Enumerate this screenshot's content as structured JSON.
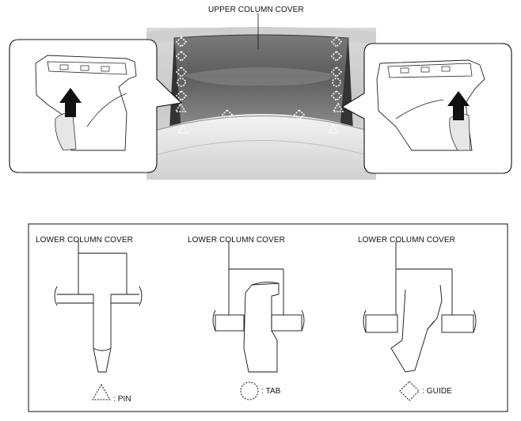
{
  "top_figure": {
    "callout": "UPPER COLUMN COVER"
  },
  "bottom_figure": {
    "panels": [
      {
        "label": "LOWER COLUMN COVER"
      },
      {
        "label": "LOWER COLUMN COVER"
      },
      {
        "label": "LOWER COLUMN COVER"
      }
    ],
    "legend": [
      {
        "symbol": "triangle-icon",
        "text": ": PIN"
      },
      {
        "symbol": "circle-icon",
        "text": ": TAB"
      },
      {
        "symbol": "diamond-icon",
        "text": ": GUIDE"
      }
    ]
  }
}
